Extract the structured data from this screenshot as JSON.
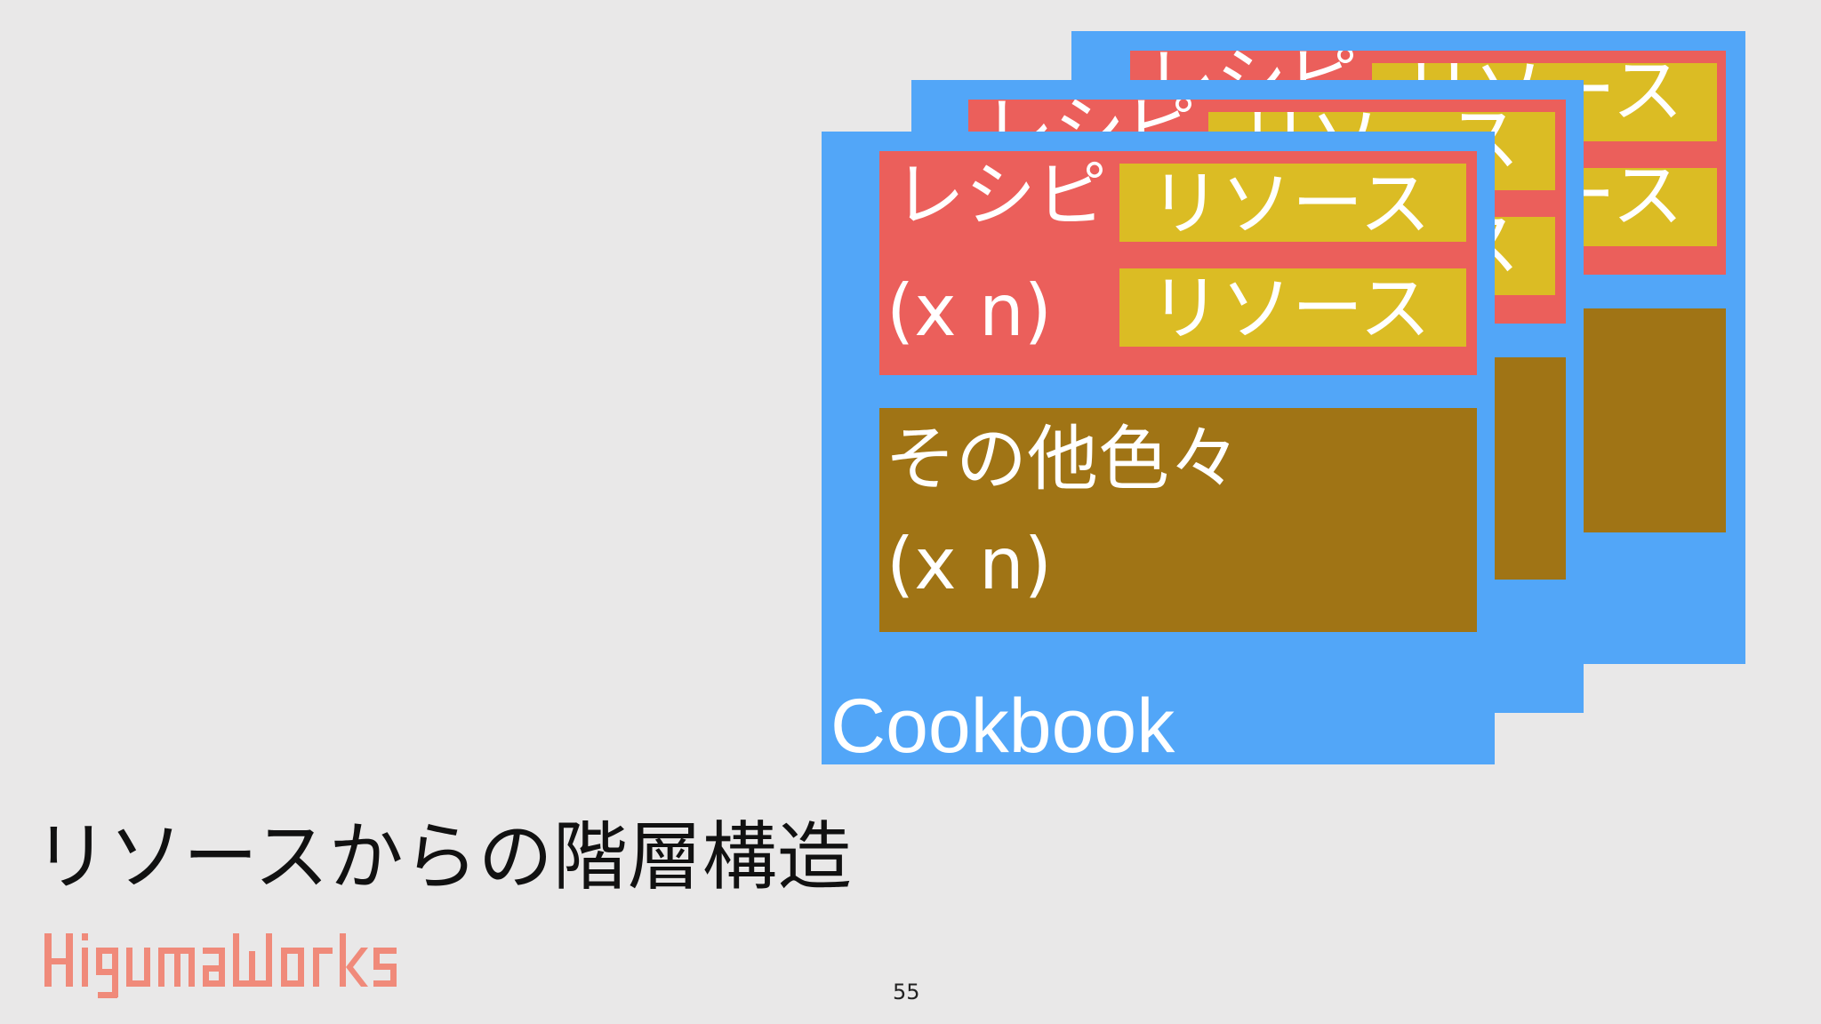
{
  "diagram": {
    "recipe_label": "レシピ",
    "count_label": "(x n)",
    "resource_label": "リソース",
    "other_label": "その他色々",
    "cookbook_label": "Cookbook"
  },
  "slide": {
    "title": "リソースからの階層構造",
    "page_number": "55",
    "logo_text": "HigumaWorks"
  },
  "colors": {
    "background": "#e9e8e8",
    "cookbook": "#52a6f8",
    "recipe": "#eb5f5b",
    "resource": "#dbbc24",
    "other": "#a07415",
    "logo": "#f08a7a"
  }
}
